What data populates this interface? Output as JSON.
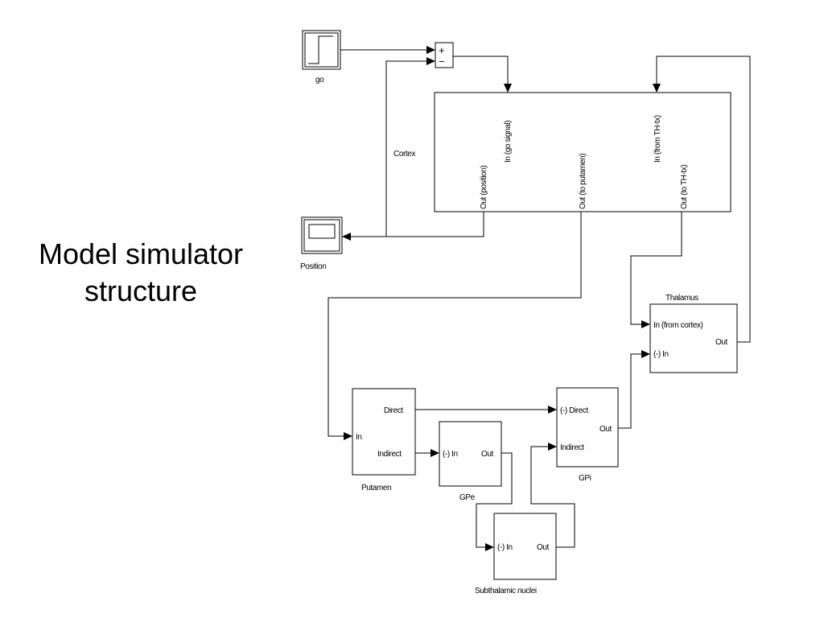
{
  "slide": {
    "title_line1": "Model simulator",
    "title_line2": "structure"
  },
  "diagram": {
    "source": {
      "label": "go"
    },
    "sum": {
      "plus": "+",
      "minus": "−"
    },
    "scope": {
      "label": "Position"
    },
    "cortex": {
      "label": "Cortex",
      "port_out_position": "Out (position)",
      "port_in_go": "In (go signal)",
      "port_out_putamen": "Out (to putamen)",
      "port_in_th": "In (from TH-tx)",
      "port_out_th": "Out (to TH-tx)"
    },
    "thalamus": {
      "label": "Thalamus",
      "port_in_cortex": "In (from cortex)",
      "port_in_neg": "(-) In",
      "port_out": "Out"
    },
    "putamen": {
      "label": "Putamen",
      "port_in": "In",
      "port_direct": "Direct",
      "port_indirect": "Indirect"
    },
    "gpe": {
      "label": "GPe",
      "port_in": "(-) In",
      "port_out": "Out"
    },
    "gpi": {
      "label": "GPi",
      "port_direct": "(-) Direct",
      "port_indirect": "Indirect",
      "port_out": "Out"
    },
    "stn": {
      "label": "Subthalamic nuclei",
      "port_in": "(-) In",
      "port_out": "Out"
    }
  }
}
